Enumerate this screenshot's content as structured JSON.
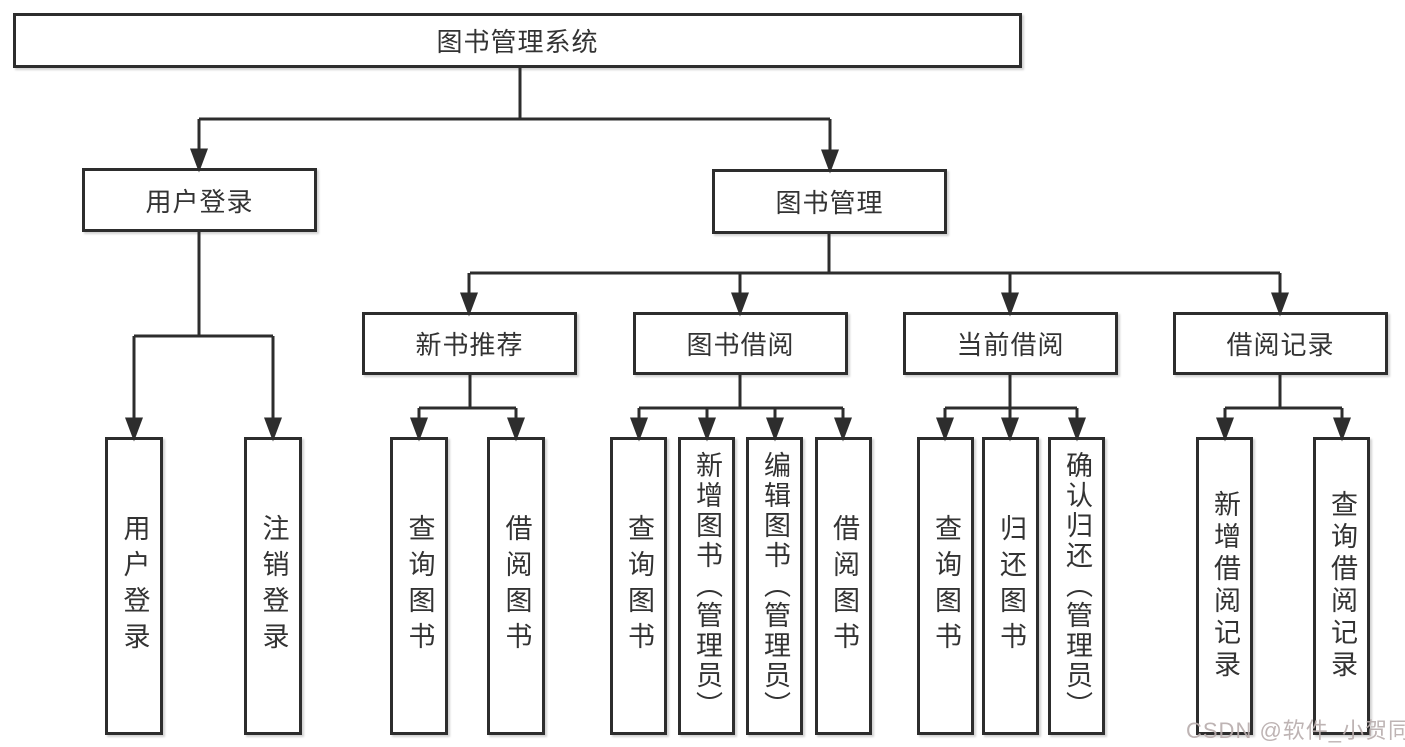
{
  "diagram": {
    "title": "图书管理系统",
    "branches": {
      "user_login": {
        "label": "用户登录",
        "children": {
          "login": "用户登录",
          "logout": "注销登录"
        }
      },
      "book_management": {
        "label": "图书管理",
        "modules": {
          "new_book_rec": {
            "label": "新书推荐",
            "children": {
              "query_books": "查询图书",
              "borrow_books": "借阅图书"
            }
          },
          "book_borrowing": {
            "label": "图书借阅",
            "children": {
              "query_books": "查询图书",
              "add_books": "新增图书（管理员）",
              "edit_books": "编辑图书（管理员）",
              "borrow_books": "借阅图书"
            }
          },
          "current_borrowing": {
            "label": "当前借阅",
            "children": {
              "query_books": "查询图书",
              "return_books": "归还图书",
              "confirm_return": "确认归还（管理员）"
            }
          },
          "borrowing_records": {
            "label": "借阅记录",
            "children": {
              "add_record": "新增借阅记录",
              "query_record": "查询借阅记录"
            }
          }
        }
      }
    }
  },
  "watermark": {
    "text": "CSDN @软件_小贺同学",
    "color": "#b9aeae"
  },
  "colors": {
    "line": "#2d2d2d",
    "text": "#333333",
    "background": "#ffffff"
  }
}
